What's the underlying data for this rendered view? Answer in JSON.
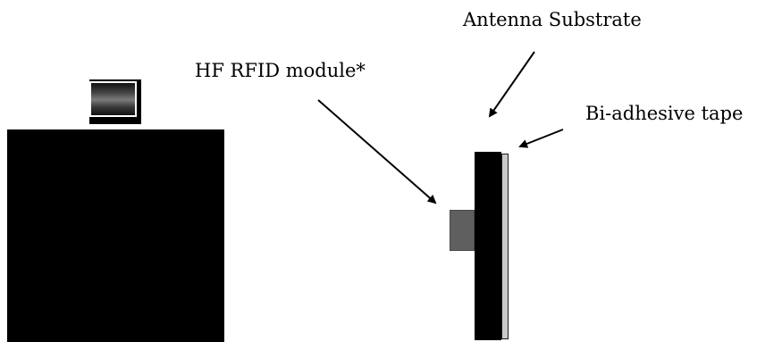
{
  "labels": {
    "antenna_substrate": "Antenna Substrate",
    "hf_rfid_module": "HF RFID module*",
    "bi_adhesive_tape": "Bi-adhesive tape"
  },
  "colors": {
    "background": "#ffffff",
    "front_view": "#000000",
    "module": "#5f5f5f",
    "tape": "#c9c9c9"
  }
}
